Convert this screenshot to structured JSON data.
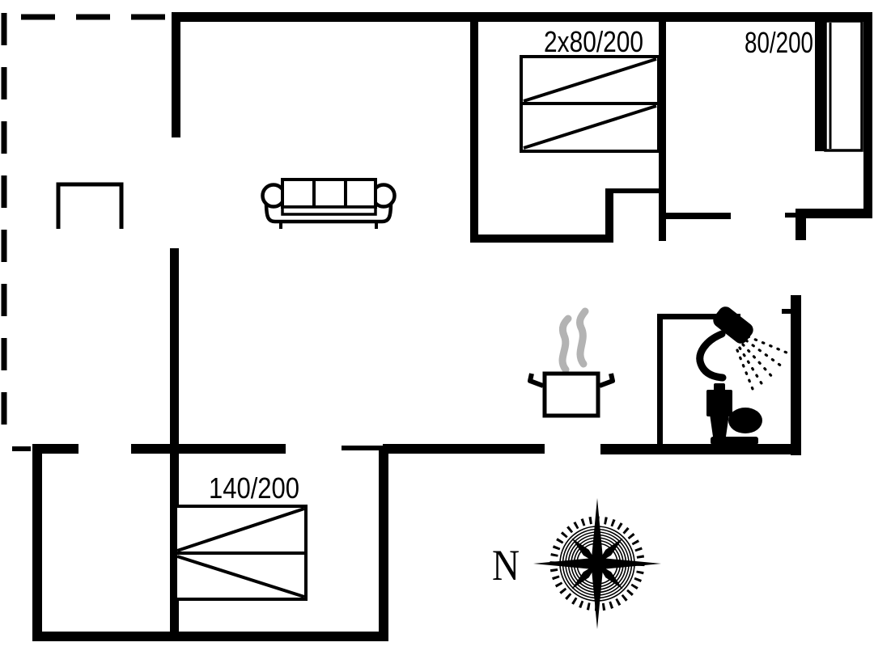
{
  "floorplan": {
    "colors": {
      "ink": "#000000",
      "steam": "#b3b3b3",
      "background": "#ffffff"
    },
    "labels": {
      "bed_top": "2x80/200",
      "bed_right": "80/200",
      "bed_bottom": "140/200",
      "compass_north": "N"
    },
    "icons": [
      "sofa-icon",
      "double-bed-icon",
      "single-bed-icon",
      "cooking-pot-icon",
      "steam-icon",
      "shower-icon",
      "toilet-icon",
      "compass-rose-icon",
      "terrace-bench-icon"
    ]
  }
}
